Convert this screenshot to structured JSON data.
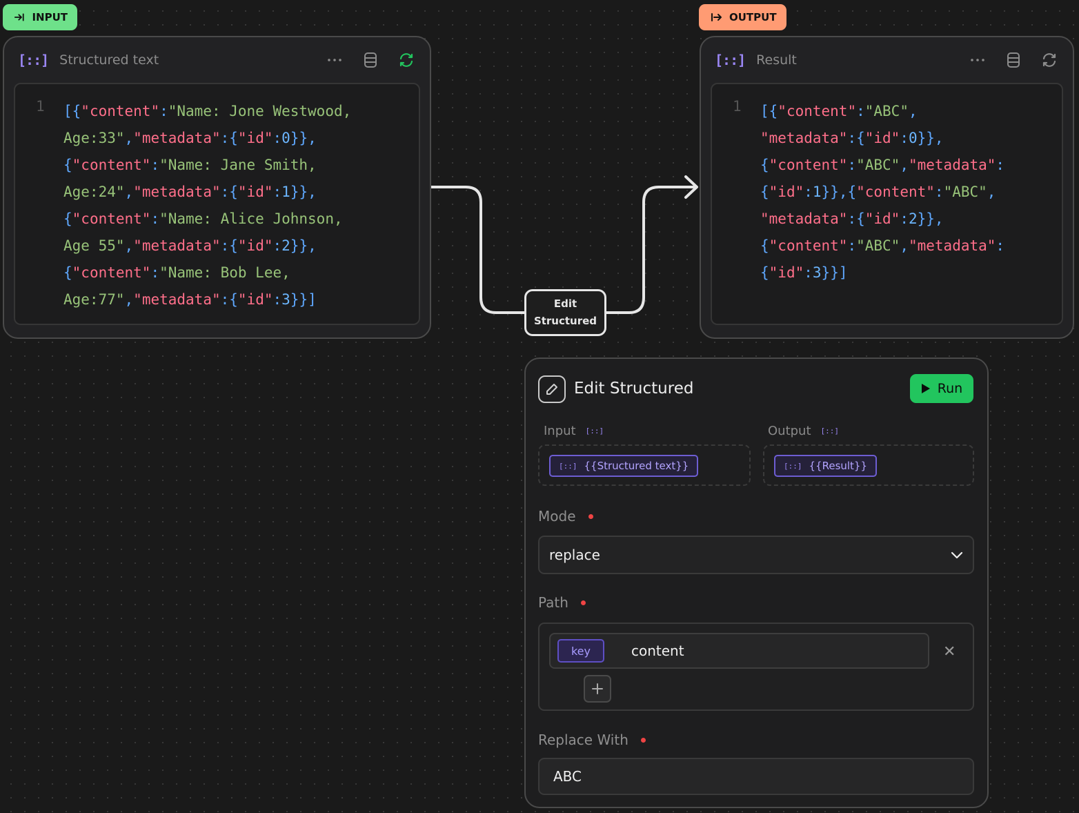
{
  "input_tag": {
    "label": "INPUT"
  },
  "output_tag": {
    "label": "OUTPUT"
  },
  "input_node": {
    "title": "Structured text",
    "line_number": "1",
    "code_lines": [
      [
        [
          "p",
          "[{"
        ],
        [
          "k",
          "\"content\""
        ],
        [
          "p",
          ":"
        ],
        [
          "s",
          "\"Name: Jone Westwood,"
        ]
      ],
      [
        [
          "s",
          "Age:33\""
        ],
        [
          "p",
          ","
        ],
        [
          "k",
          "\"metadata\""
        ],
        [
          "p",
          ":{"
        ],
        [
          "k",
          "\"id\""
        ],
        [
          "p",
          ":"
        ],
        [
          "n",
          "0"
        ],
        [
          "p",
          "}},"
        ]
      ],
      [
        [
          "p",
          "{"
        ],
        [
          "k",
          "\"content\""
        ],
        [
          "p",
          ":"
        ],
        [
          "s",
          "\"Name: Jane Smith,"
        ]
      ],
      [
        [
          "s",
          "Age:24\""
        ],
        [
          "p",
          ","
        ],
        [
          "k",
          "\"metadata\""
        ],
        [
          "p",
          ":{"
        ],
        [
          "k",
          "\"id\""
        ],
        [
          "p",
          ":"
        ],
        [
          "n",
          "1"
        ],
        [
          "p",
          "}},"
        ]
      ],
      [
        [
          "p",
          "{"
        ],
        [
          "k",
          "\"content\""
        ],
        [
          "p",
          ":"
        ],
        [
          "s",
          "\"Name: Alice Johnson,"
        ]
      ],
      [
        [
          "s",
          "Age 55\""
        ],
        [
          "p",
          ","
        ],
        [
          "k",
          "\"metadata\""
        ],
        [
          "p",
          ":{"
        ],
        [
          "k",
          "\"id\""
        ],
        [
          "p",
          ":"
        ],
        [
          "n",
          "2"
        ],
        [
          "p",
          "}},"
        ]
      ],
      [
        [
          "p",
          "{"
        ],
        [
          "k",
          "\"content\""
        ],
        [
          "p",
          ":"
        ],
        [
          "s",
          "\"Name: Bob Lee,"
        ]
      ],
      [
        [
          "s",
          "Age:77\""
        ],
        [
          "p",
          ","
        ],
        [
          "k",
          "\"metadata\""
        ],
        [
          "p",
          ":{"
        ],
        [
          "k",
          "\"id\""
        ],
        [
          "p",
          ":"
        ],
        [
          "n",
          "3"
        ],
        [
          "p",
          "}}]"
        ]
      ]
    ]
  },
  "output_node": {
    "title": "Result",
    "line_number": "1",
    "code_lines": [
      [
        [
          "p",
          "[{"
        ],
        [
          "k",
          "\"content\""
        ],
        [
          "p",
          ":"
        ],
        [
          "s",
          "\"ABC\""
        ],
        [
          "p",
          ","
        ]
      ],
      [
        [
          "k",
          "\"metadata\""
        ],
        [
          "p",
          ":{"
        ],
        [
          "k",
          "\"id\""
        ],
        [
          "p",
          ":"
        ],
        [
          "n",
          "0"
        ],
        [
          "p",
          "}},"
        ]
      ],
      [
        [
          "p",
          "{"
        ],
        [
          "k",
          "\"content\""
        ],
        [
          "p",
          ":"
        ],
        [
          "s",
          "\"ABC\""
        ],
        [
          "p",
          ","
        ],
        [
          "k",
          "\"metadata\""
        ],
        [
          "p",
          ":"
        ]
      ],
      [
        [
          "p",
          "{"
        ],
        [
          "k",
          "\"id\""
        ],
        [
          "p",
          ":"
        ],
        [
          "n",
          "1"
        ],
        [
          "p",
          "}},{"
        ],
        [
          "k",
          "\"content\""
        ],
        [
          "p",
          ":"
        ],
        [
          "s",
          "\"ABC\""
        ],
        [
          "p",
          ","
        ]
      ],
      [
        [
          "k",
          "\"metadata\""
        ],
        [
          "p",
          ":{"
        ],
        [
          "k",
          "\"id\""
        ],
        [
          "p",
          ":"
        ],
        [
          "n",
          "2"
        ],
        [
          "p",
          "}},"
        ]
      ],
      [
        [
          "p",
          "{"
        ],
        [
          "k",
          "\"content\""
        ],
        [
          "p",
          ":"
        ],
        [
          "s",
          "\"ABC\""
        ],
        [
          "p",
          ","
        ],
        [
          "k",
          "\"metadata\""
        ],
        [
          "p",
          ":"
        ]
      ],
      [
        [
          "p",
          "{"
        ],
        [
          "k",
          "\"id\""
        ],
        [
          "p",
          ":"
        ],
        [
          "n",
          "3"
        ],
        [
          "p",
          "}}]"
        ]
      ]
    ]
  },
  "edit_node": {
    "line1": "Edit",
    "line2": "Structured"
  },
  "panel": {
    "title": "Edit Structured",
    "run_label": "Run",
    "input_label": "Input",
    "output_label": "Output",
    "input_chip": "{{Structured text}}",
    "output_chip": "{{Result}}",
    "mode_label": "Mode",
    "mode_value": "replace",
    "path_label": "Path",
    "path_key_type": "key",
    "path_key_value": "content",
    "replace_label": "Replace With",
    "replace_value": "ABC"
  },
  "colors": {
    "input_tag": "#6ee18a",
    "output_tag": "#ff9b73",
    "run_button": "#22c55e",
    "accent_purple": "#9b87f5",
    "required_dot": "#ef4444"
  },
  "icons": [
    "input-arrow-icon",
    "output-arrow-icon",
    "brackets-icon",
    "more-icon",
    "database-icon",
    "refresh-icon",
    "pencil-icon",
    "play-icon",
    "chevron-down-icon",
    "close-icon",
    "plus-icon"
  ]
}
